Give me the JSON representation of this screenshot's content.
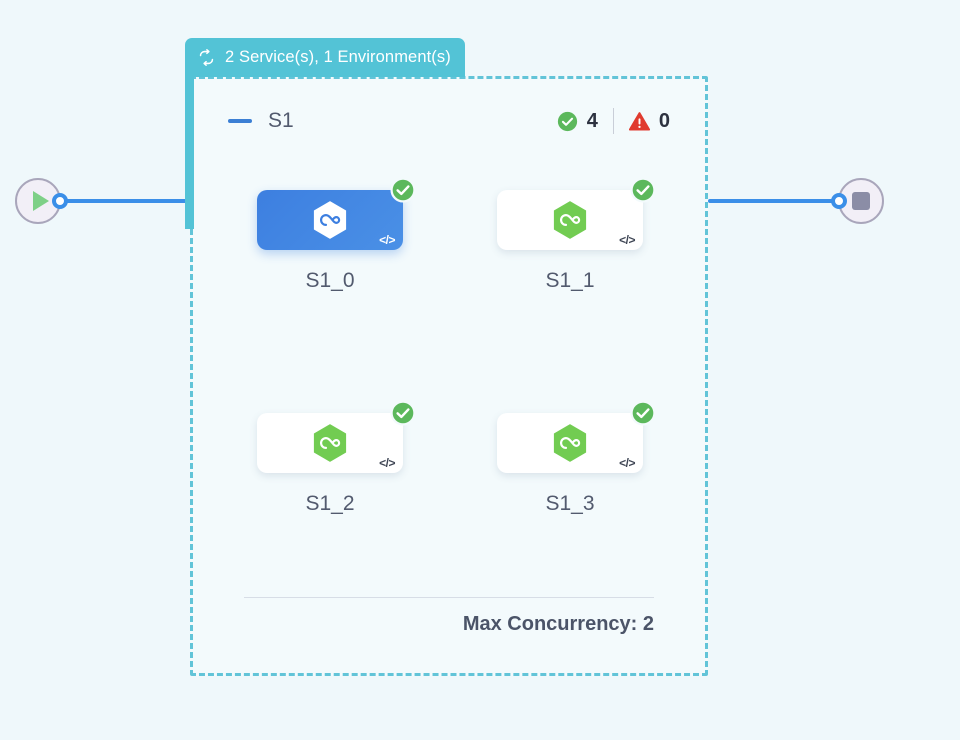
{
  "canvas": {
    "background_color": "#eff8fb"
  },
  "start_node": {
    "name": "start-node",
    "icon": "play-icon",
    "port_icon": "connection-port-icon"
  },
  "end_node": {
    "name": "end-node",
    "icon": "stop-icon",
    "port_icon": "connection-port-icon"
  },
  "group": {
    "header": {
      "icon": "loop-icon",
      "label": "2 Service(s), 1 Environment(s)",
      "background_color": "#53c3d6",
      "text_color": "#ffffff"
    },
    "border_color": "#62c4d8",
    "service": {
      "collapse_icon": "minus-icon",
      "name": "S1",
      "stats": {
        "success": {
          "icon": "check-circle-icon",
          "count": "4",
          "color": "#5cb85c"
        },
        "warning": {
          "icon": "warning-triangle-icon",
          "count": "0",
          "color": "#e03b2f"
        }
      }
    },
    "nodes": [
      {
        "label": "S1_0",
        "selected": true,
        "icon": "hexagon-loop-icon",
        "status_icon": "check-circle-icon",
        "code_glyph": "</>"
      },
      {
        "label": "S1_1",
        "selected": false,
        "icon": "hexagon-loop-icon",
        "status_icon": "check-circle-icon",
        "code_glyph": "</>"
      },
      {
        "label": "S1_2",
        "selected": false,
        "icon": "hexagon-loop-icon",
        "status_icon": "check-circle-icon",
        "code_glyph": "</>"
      },
      {
        "label": "S1_3",
        "selected": false,
        "icon": "hexagon-loop-icon",
        "status_icon": "check-circle-icon",
        "code_glyph": "</>"
      }
    ],
    "footer": {
      "max_concurrency_label": "Max Concurrency: 2"
    }
  }
}
